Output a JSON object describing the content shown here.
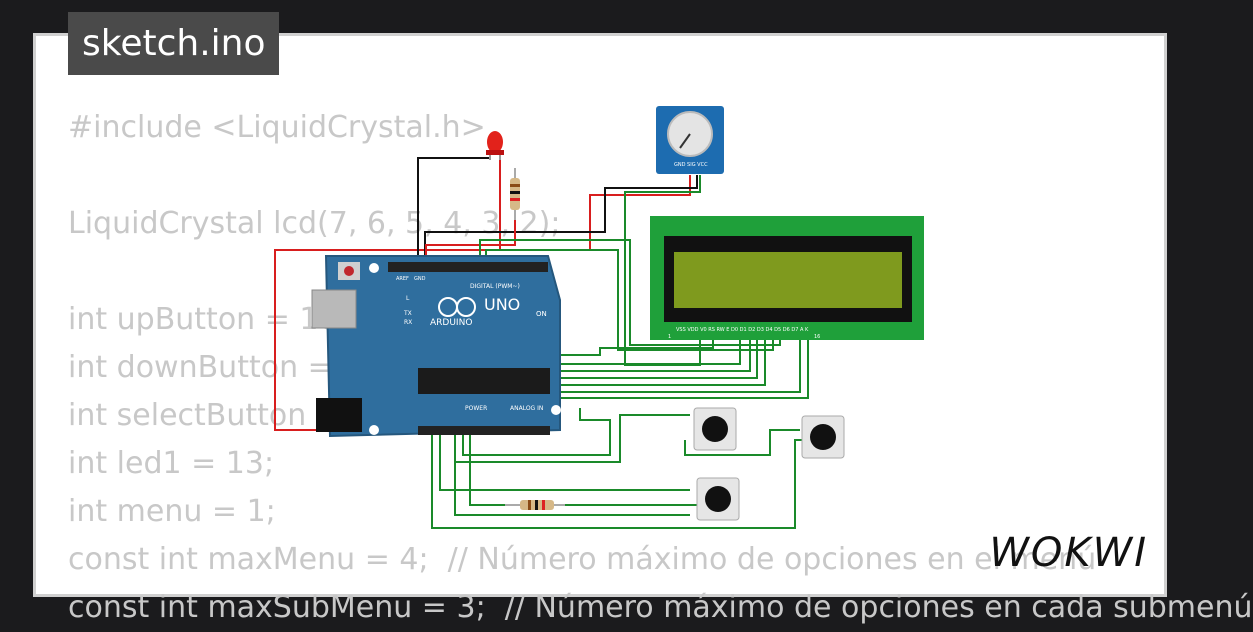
{
  "file": {
    "title": "sketch.ino"
  },
  "code": {
    "lines": [
      "#include <LiquidCrystal.h>",
      "",
      "LiquidCrystal lcd(7, 6, 5, 4, 3, 2);",
      "",
      "int upButton = 10;",
      "int downButton = 9;",
      "int selectButton = 8;",
      "int led1 = 13;",
      "int menu = 1;",
      "const int maxMenu = 4;  // Número máximo de opciones en el menú",
      "const int maxSubMenu = 3;  // Número máximo de opciones en cada submenú"
    ]
  },
  "brand": {
    "logo": "WOKWI"
  },
  "arduino": {
    "label_uno": "UNO",
    "label_arduino": "ARDUINO",
    "label_digital": "DIGITAL (PWM~)",
    "label_power": "POWER",
    "label_analog": "ANALOG IN",
    "label_on": "ON",
    "label_l": "L",
    "label_tx": "TX",
    "label_rx": "RX",
    "label_aref": "AREF",
    "label_gnd": "GND"
  },
  "lcd": {
    "pin_labels": "VSS VDD V0 RS RW E D0 D1 D2 D3 D4 D5 D6 D7 A K",
    "pin_first": "1",
    "pin_last": "16"
  },
  "pot": {
    "pin_labels": "GND SIG VCC"
  },
  "colors": {
    "wire_green": "#1a8a2a",
    "wire_red": "#d81e1e",
    "wire_black": "#111111",
    "board_blue": "#2f6e9e",
    "lcd_green": "#1fa03a",
    "lcd_screen": "#7f9a1e"
  }
}
